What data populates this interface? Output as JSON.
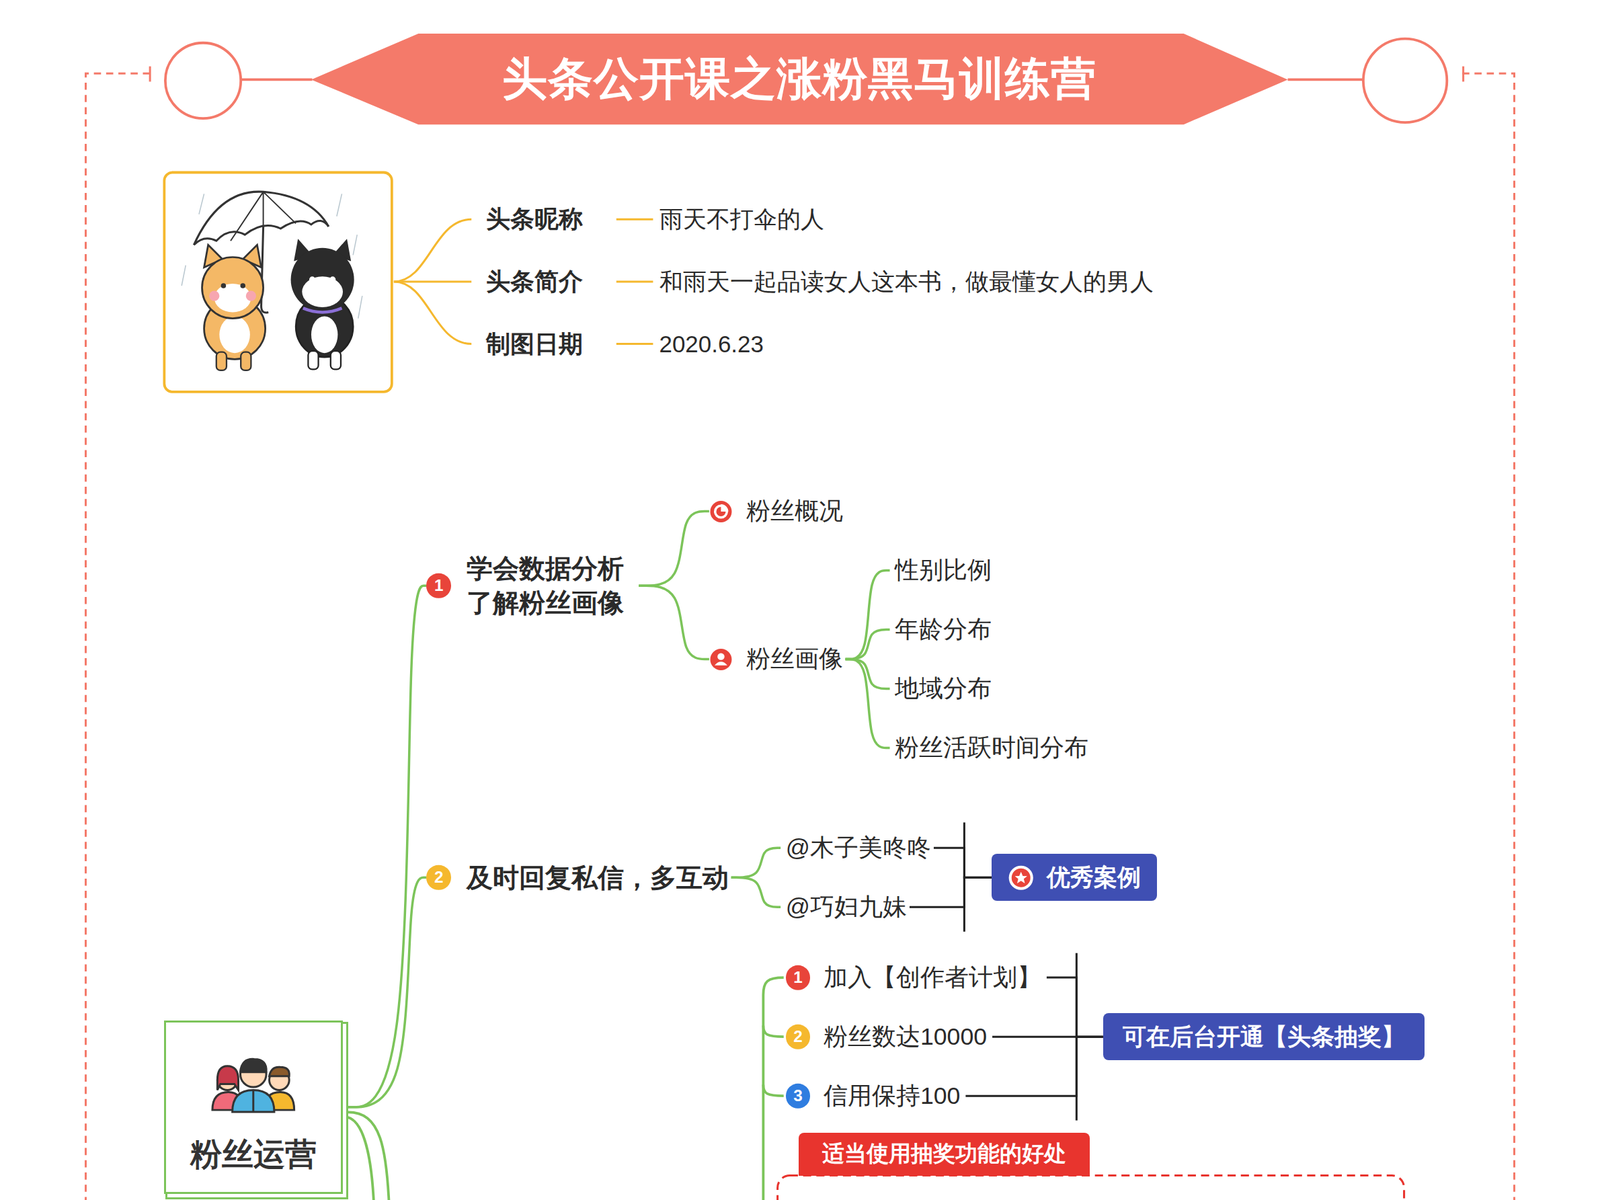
{
  "diagram": {
    "title": "头条公开课之涨粉黑马训练营",
    "nodes": [
      {
        "text": [
          "粉丝运营"
        ]
      },
      {
        "text": [
          "学会数据分析 了解粉丝画像"
        ]
      },
      {
        "text": [
          "粉丝概况"
        ]
      },
      {
        "text": [
          "粉丝画像"
        ]
      },
      {
        "text": [
          "性别比例"
        ]
      },
      {
        "text": [
          "年龄分布"
        ]
      },
      {
        "text": [
          "地域分布"
        ]
      },
      {
        "text": [
          "粉丝活跃时间分布"
        ]
      },
      {
        "text": [
          "及时回复私信，多互动"
        ]
      },
      {
        "text": [
          "@木子美咚咚"
        ]
      },
      {
        "text": [
          "@巧妇九妹"
        ]
      },
      {
        "text": [
          "优秀案例"
        ]
      },
      {
        "text": [
          "加入【创作者计划】"
        ]
      },
      {
        "text": [
          "粉丝数达10000"
        ]
      },
      {
        "text": [
          "信用保持100"
        ]
      },
      {
        "text": [
          "可在后台开通【头条抽奖】"
        ]
      },
      {
        "text": [
          "适当使用抽奖功能的好处"
        ]
      }
    ],
    "edges": [
      {
        "from": 0,
        "to": 1,
        "arrow": "none"
      },
      {
        "from": 1,
        "to": 2,
        "arrow": "none"
      },
      {
        "from": 1,
        "to": 3,
        "arrow": "none"
      },
      {
        "from": 3,
        "to": 4,
        "arrow": "none"
      },
      {
        "from": 3,
        "to": 5,
        "arrow": "none"
      },
      {
        "from": 3,
        "to": 6,
        "arrow": "none"
      },
      {
        "from": 3,
        "to": 7,
        "arrow": "none"
      },
      {
        "from": 0,
        "to": 8,
        "arrow": "none"
      },
      {
        "from": 8,
        "to": 9,
        "arrow": "none"
      },
      {
        "from": 8,
        "to": 10,
        "arrow": "none"
      },
      {
        "from": 9,
        "to": 11,
        "arrow": "none"
      },
      {
        "from": 10,
        "to": 11,
        "arrow": "none"
      },
      {
        "from": 12,
        "to": 15,
        "arrow": "none"
      },
      {
        "from": 13,
        "to": 15,
        "arrow": "none"
      },
      {
        "from": 14,
        "to": 15,
        "arrow": "none"
      }
    ],
    "labels": [
      "头条昵称",
      "雨天不打伞的人",
      "头条简介",
      "和雨天一起品读女人这本书，做最懂女人的男人",
      "制图日期",
      "2020.6.23",
      "1",
      "2",
      "1",
      "2",
      "3"
    ]
  }
}
